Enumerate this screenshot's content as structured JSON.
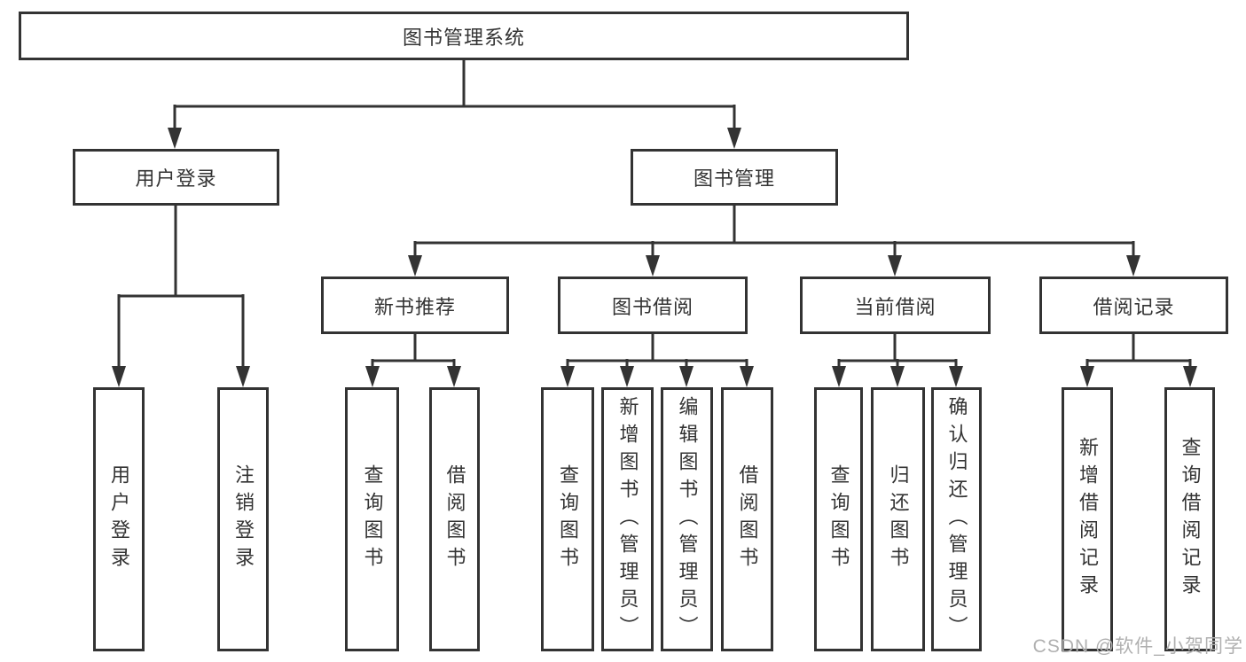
{
  "diagram": {
    "root": {
      "label": "图书管理系统",
      "children": [
        {
          "label": "用户登录",
          "children": [
            {
              "label": "用户登录"
            },
            {
              "label": "注销登录"
            }
          ]
        },
        {
          "label": "图书管理",
          "children": [
            {
              "label": "新书推荐",
              "children": [
                {
                  "label": "查询图书"
                },
                {
                  "label": "借阅图书"
                }
              ]
            },
            {
              "label": "图书借阅",
              "children": [
                {
                  "label": "查询图书"
                },
                {
                  "label": "新增图书（管理员）"
                },
                {
                  "label": "编辑图书（管理员）"
                },
                {
                  "label": "借阅图书"
                }
              ]
            },
            {
              "label": "当前借阅",
              "children": [
                {
                  "label": "查询图书"
                },
                {
                  "label": "归还图书"
                },
                {
                  "label": "确认归还（管理员）"
                }
              ]
            },
            {
              "label": "借阅记录",
              "children": [
                {
                  "label": "新增借阅记录"
                },
                {
                  "label": "查询借阅记录"
                }
              ]
            }
          ]
        }
      ]
    },
    "watermark": "CSDN @软件_小贺同学",
    "colors": {
      "line": "#333333",
      "text": "#333333",
      "watermark": "#b0b0b0",
      "background": "#ffffff"
    }
  }
}
